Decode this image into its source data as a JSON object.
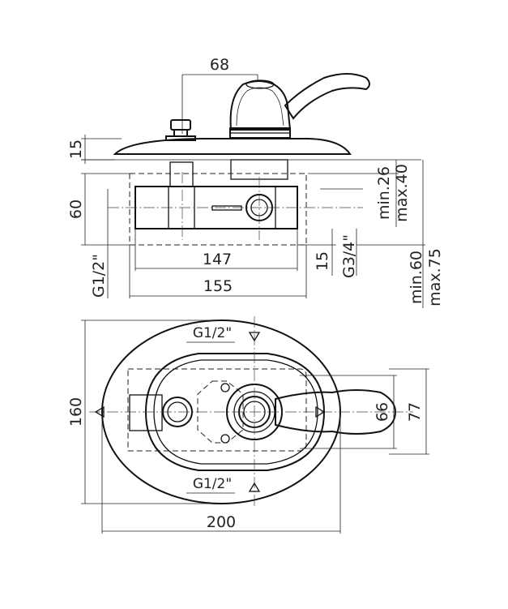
{
  "drawing": {
    "side_view": {
      "dim_top": "68",
      "dim_plate": "15",
      "dim_height": "60",
      "dim_min_depth": "min.26",
      "dim_max_depth": "max.40",
      "dim_inner_width": "147",
      "dim_outer_width": "155",
      "dim_connection_left": "G1/2\"",
      "dim_small": "15",
      "dim_connection_right": "G3/4\"",
      "dim_min_total": "min.60",
      "dim_max_total": "max.75"
    },
    "top_view": {
      "label_inlet_top": "G1/2\"",
      "label_inlet_bottom": "G1/2\"",
      "dim_height": "160",
      "dim_width": "200",
      "dim_inner": "66",
      "dim_outer": "77"
    }
  }
}
